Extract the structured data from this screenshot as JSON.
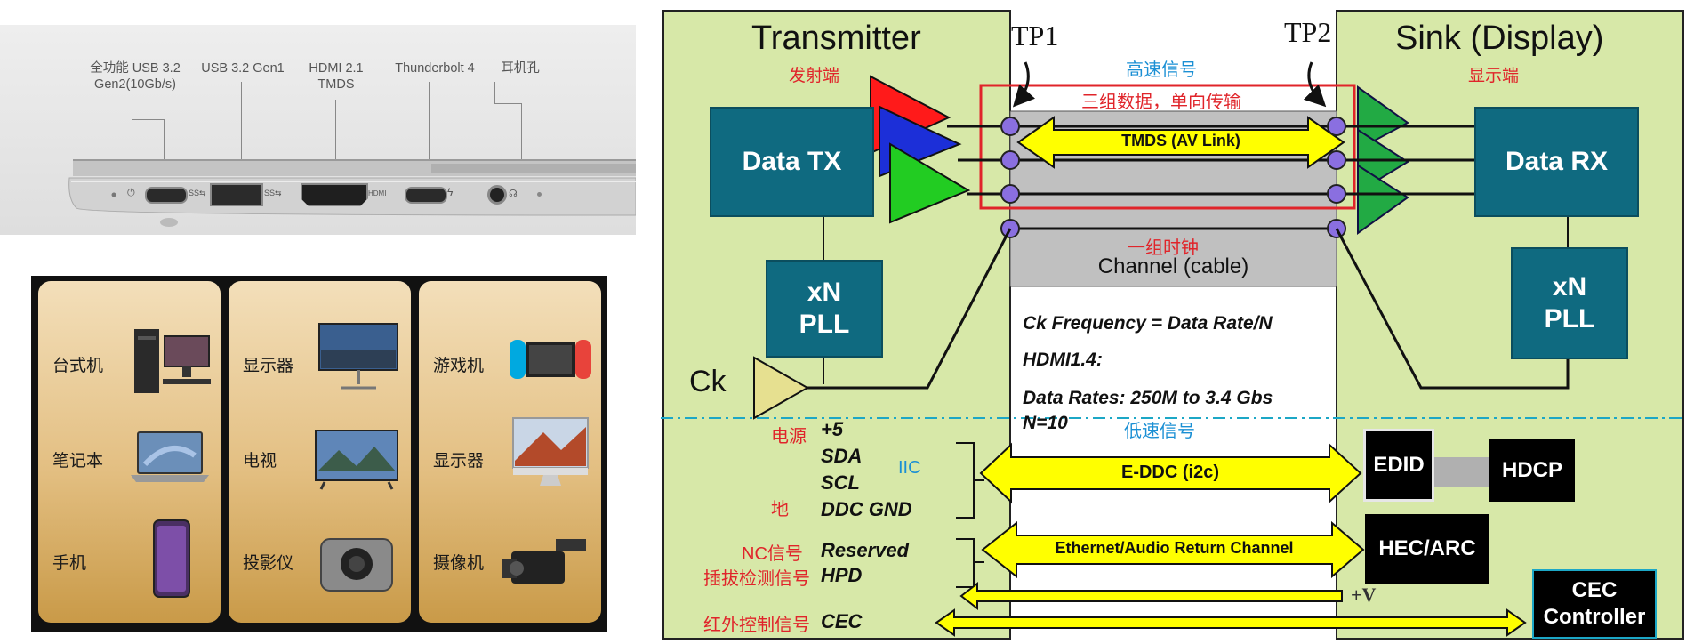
{
  "laptop": {
    "ports": [
      {
        "label_line1": "全功能 USB 3.2",
        "label_line2": "Gen2(10Gb/s)"
      },
      {
        "label_line1": "USB 3.2 Gen1",
        "label_line2": ""
      },
      {
        "label_line1": "HDMI 2.1",
        "label_line2": "TMDS"
      },
      {
        "label_line1": "Thunderbolt 4",
        "label_line2": ""
      },
      {
        "label_line1": "耳机孔",
        "label_line2": ""
      }
    ],
    "hdmi_port_text": "HDMI"
  },
  "devices": {
    "sources": [
      "台式机",
      "笔记本",
      "手机"
    ],
    "displays": [
      "显示器",
      "电视",
      "投影仪"
    ],
    "others": [
      "游戏机",
      "显示器",
      "摄像机"
    ]
  },
  "hdmi": {
    "transmitter": "Transmitter",
    "transmitter_cn": "发射端",
    "sink": "Sink (Display)",
    "sink_cn": "显示端",
    "tp1": "TP1",
    "tp2": "TP2",
    "high_speed": "高速信号",
    "three_data": "三组数据，单向传输",
    "tmds": "TMDS (AV Link)",
    "one_clock": "一组时钟",
    "channel": "Channel (cable)",
    "data_tx": "Data TX",
    "data_rx": "Data RX",
    "pll_tx": [
      "xN",
      "PLL"
    ],
    "pll_rx": [
      "xN",
      "PLL"
    ],
    "ck": "Ck",
    "note1": "Ck Frequency = Data Rate/N",
    "note2": "HDMI1.4:",
    "note3": "Data Rates: 250M to 3.4 Gbs",
    "note4": "N=10",
    "low_speed": "低速信号",
    "power_cn": "电源",
    "plus5": "+5",
    "sda": "SDA",
    "scl": "SCL",
    "iic": "IIC",
    "ground_cn": "地",
    "ddc_gnd": "DDC GND",
    "nc_cn": "NC信号",
    "reserved": "Reserved",
    "hpd_cn": "插拔检测信号",
    "hpd": "HPD",
    "cec_cn": "红外控制信号",
    "cec": "CEC",
    "eddc": "E-DDC (i2c)",
    "ethernet": "Ethernet/Audio Return Channel",
    "edid": "EDID",
    "hdcp": "HDCP",
    "hec_arc": "HEC/ARC",
    "plus_v": "+V",
    "cec_controller": [
      "CEC",
      "Controller"
    ],
    "colors": {
      "green_bg": "#d7e8a8",
      "block_teal": "#0f6a80",
      "yellow": "#ffff00",
      "red": "#e0242a",
      "blue": "#1a8fd4"
    }
  }
}
